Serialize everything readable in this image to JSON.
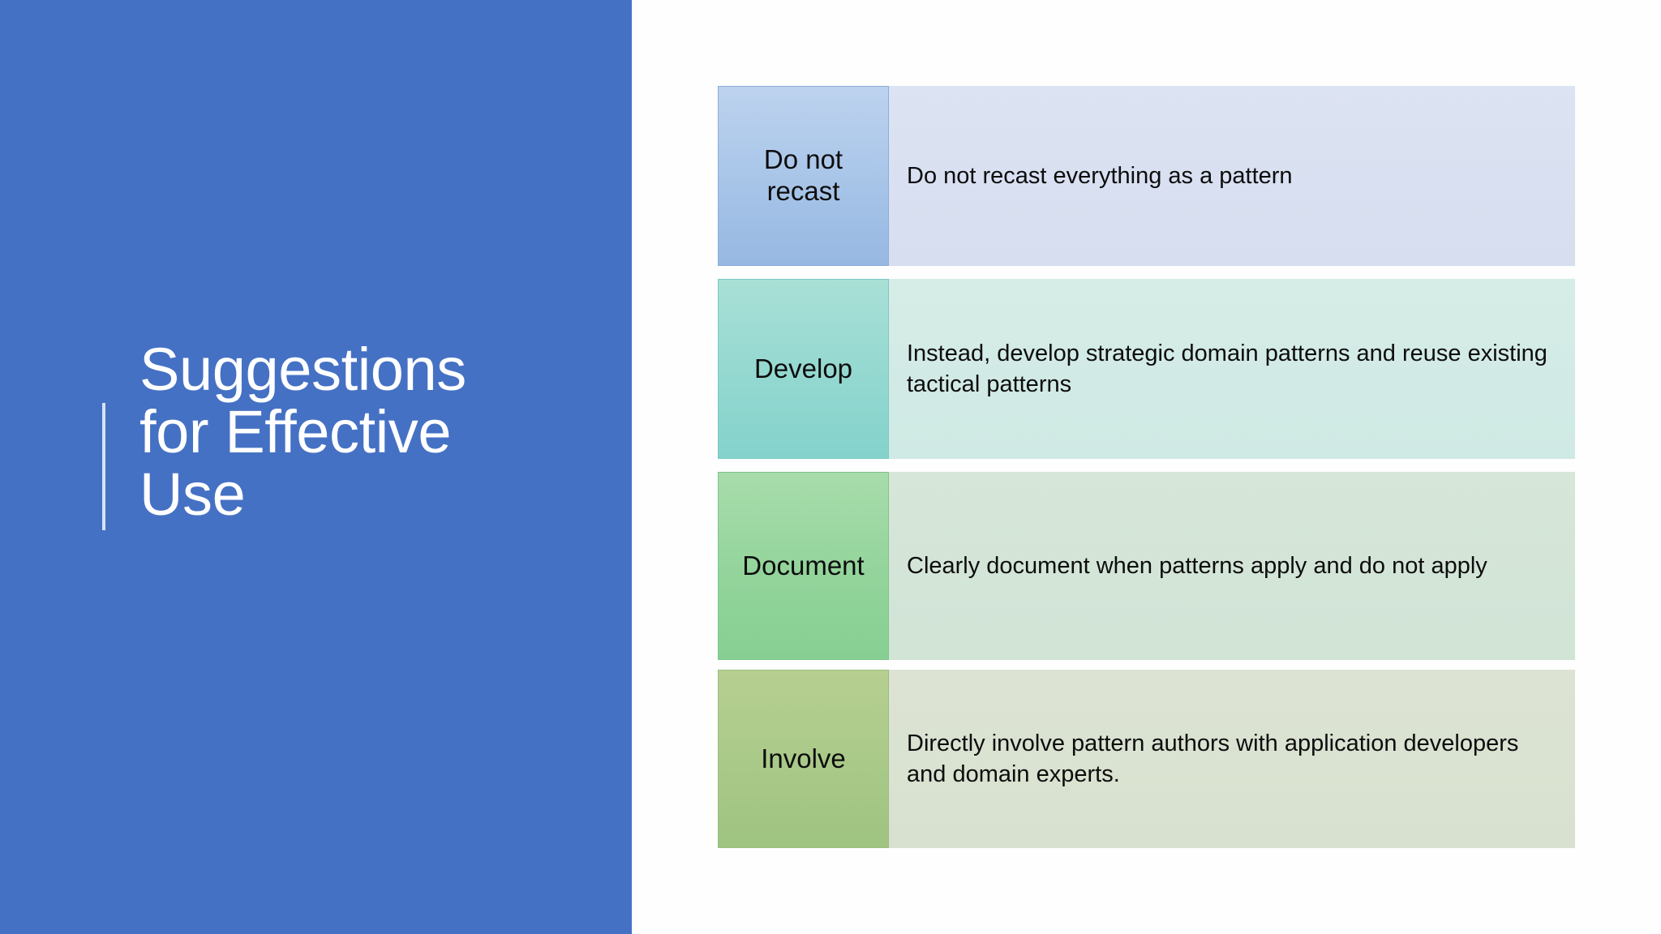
{
  "slide": {
    "title_lines": [
      "Suggestions",
      "for Effective",
      "Use"
    ],
    "accent_color": "#4571c4",
    "title_text_color": "#ffffff",
    "background_color": "#ffffff"
  },
  "rows": [
    {
      "label": "Do not recast",
      "body": "Do not recast everything as a pattern",
      "label_color": "#a7c4e8",
      "body_color": "#d9e1f1"
    },
    {
      "label": "Develop",
      "body": "Instead, develop strategic domain patterns and reuse existing tactical patterns",
      "label_color": "#93d8d0",
      "body_color": "#d2eae5"
    },
    {
      "label": "Document",
      "body": "Clearly document when patterns apply and do not apply",
      "label_color": "#93d49b",
      "body_color": "#d3e5d7"
    },
    {
      "label": "Involve",
      "body": "Directly involve pattern authors with application developers and domain experts.",
      "label_color": "#a9c988",
      "body_color": "#dae2d1"
    }
  ]
}
